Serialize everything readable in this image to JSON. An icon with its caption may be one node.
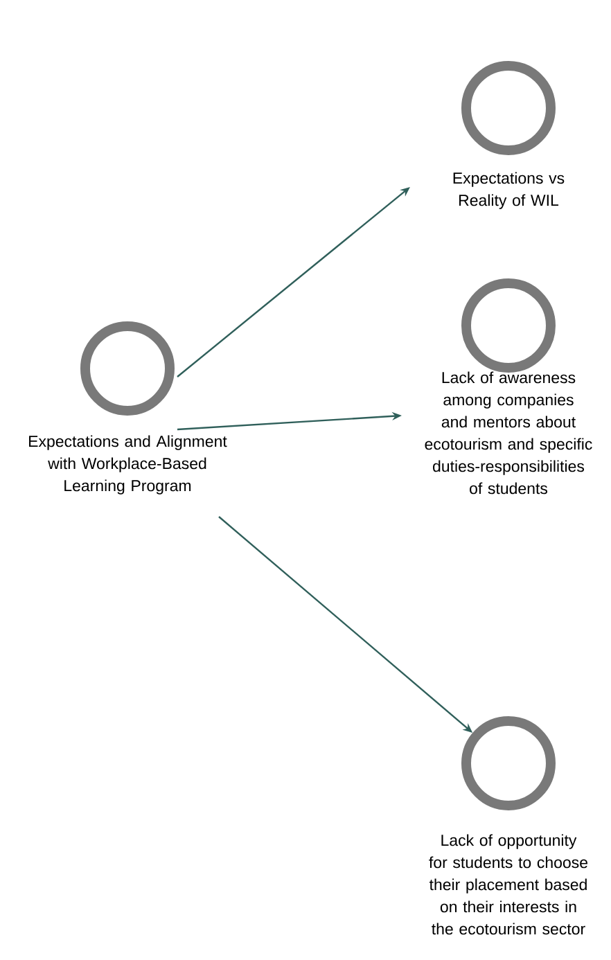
{
  "diagram": {
    "nodes": [
      {
        "text": [
          "Expectations and Alignment with Workplace-Based Learning Program"
        ]
      },
      {
        "text": [
          "Expectations vs Reality of WIL"
        ]
      },
      {
        "text": [
          "Lack of awareness among companies and mentors about ecotourism and specific duties-responsibilities of students"
        ]
      },
      {
        "text": [
          "Lack of opportunity for students to choose their placement based on their interests in the ecotourism sector"
        ]
      }
    ],
    "edges": [
      {
        "from": 0,
        "to": 1,
        "arrow": "to"
      },
      {
        "from": 0,
        "to": 2,
        "arrow": "to"
      },
      {
        "from": 0,
        "to": 3,
        "arrow": "to"
      }
    ]
  }
}
